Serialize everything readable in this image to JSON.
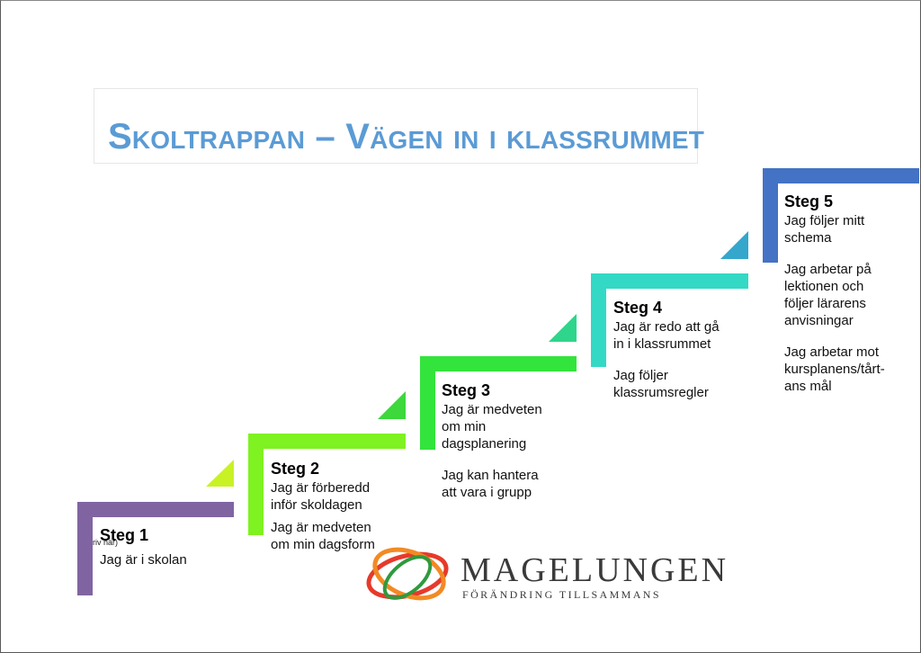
{
  "title": "Skoltrappan – Vägen in i klassrummet",
  "fragment_text": "riv här)",
  "steps": [
    {
      "heading": "Steg 1",
      "lines": [
        "Jag är i skolan"
      ],
      "color": "#8064a2"
    },
    {
      "heading": "Steg 2",
      "lines": [
        "Jag är förberedd\ninför skoldagen",
        "Jag är medveten\nom min dagsform"
      ],
      "color": "#7ff222"
    },
    {
      "heading": "Steg 3",
      "lines": [
        "Jag är medveten\nom min\ndagsplanering",
        "Jag kan hantera\natt vara i grupp"
      ],
      "color": "#33e43c"
    },
    {
      "heading": "Steg 4",
      "lines": [
        "Jag är redo att gå\nin i klassrummet",
        "Jag följer\nklassrumsregler"
      ],
      "color": "#33d9c4"
    },
    {
      "heading": "Steg 5",
      "lines": [
        "Jag följer mitt\nschema",
        "Jag arbetar på\nlektionen och\nföljer lärarens\nanvisningar",
        "Jag arbetar mot\nkursplanens/tårt-\nans mål"
      ],
      "color": "#4472c4"
    }
  ],
  "connector_colors": [
    "#c9f224",
    "#3cd83c",
    "#2fd58a",
    "#35a6cc"
  ],
  "logo": {
    "name": "MAGELUNGEN",
    "tagline": "FÖRÄNDRING TILLSAMMANS",
    "ring_colors": [
      "#e63a2b",
      "#f28a24",
      "#2f9a3e"
    ]
  }
}
